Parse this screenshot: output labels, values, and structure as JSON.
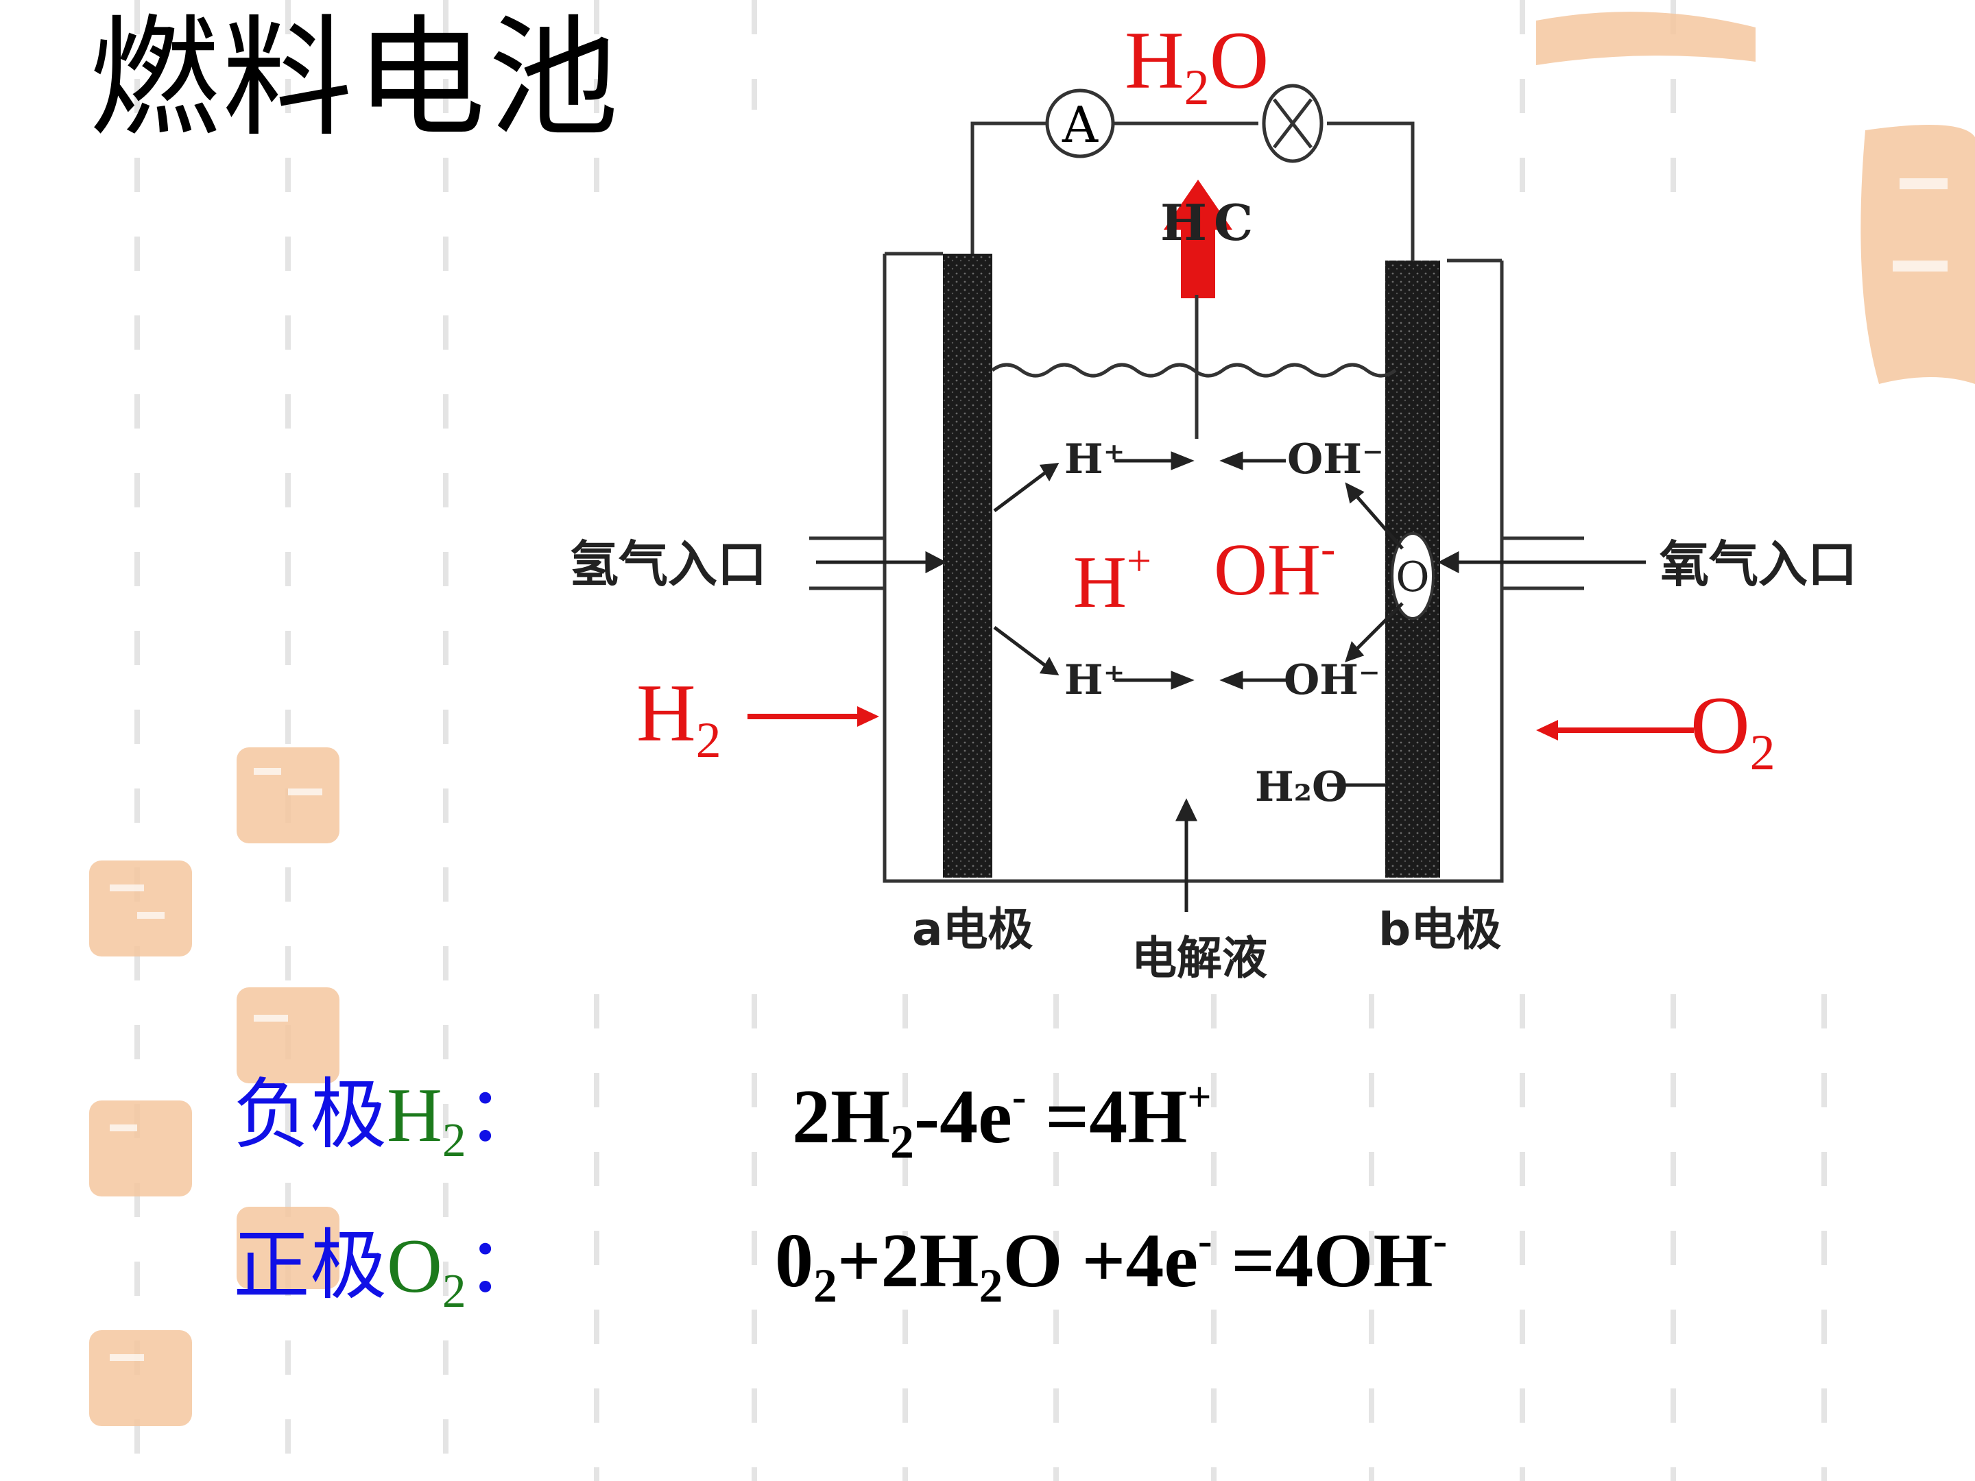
{
  "title": "燃料电池",
  "colors": {
    "red": "#e41414",
    "blue": "#1010e6",
    "green": "#1c7a1c",
    "seal": "#f5c79f"
  },
  "diagram": {
    "product_top": {
      "base": "H",
      "sub": "2",
      "tail": "O"
    },
    "ammeter": "A",
    "h2_inlet_label": "氢气入口",
    "o2_inlet_label": "氧气入口",
    "h2_feed": {
      "base": "H",
      "sub": "2"
    },
    "o2_feed": {
      "base": "O",
      "sub": "2"
    },
    "h_plus": {
      "base": "H",
      "sup": "+"
    },
    "oh_minus": {
      "base": "OH",
      "sup": "-"
    },
    "small_h_plus": "H⁺",
    "small_oh_minus": "OH⁻",
    "small_h2o": "H₂O",
    "b_pore": "O",
    "electrode_a": "a电极",
    "electrode_b": "b电极",
    "electrolyte": "电解液"
  },
  "equations": [
    {
      "name": "negative",
      "label_cn": "负极",
      "label_base": "H",
      "label_sub": "2",
      "colon": "："
    },
    {
      "name": "positive",
      "label_cn": "正极",
      "label_base": "O",
      "label_sub": "2",
      "colon": "："
    }
  ],
  "eq_neg": {
    "p1": "2H",
    "s1": "2",
    "p2": "-4e",
    "sp1": "-",
    "p3": " =4H",
    "sp2": "+"
  },
  "eq_pos": {
    "p1": "0",
    "s1": "2",
    "p2": "+2H",
    "s2": "2",
    "p3": "O +4e",
    "sp1": "-",
    "p4": " =4OH",
    "sp2": "-"
  }
}
